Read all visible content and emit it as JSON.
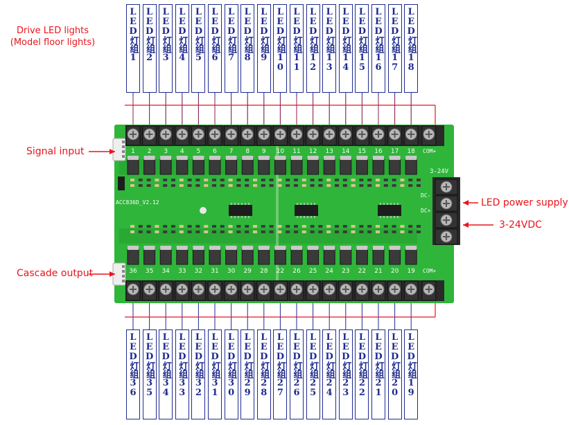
{
  "callouts": {
    "drive_line1": "Drive LED lights",
    "drive_line2": "(Model floor lights)",
    "signal_input": "Signal input",
    "cascade_output": "Cascade output",
    "led_power_supply": "LED power supply",
    "voltage": "3-24VDC"
  },
  "top_groups": [
    "LED灯组1",
    "LED灯组2",
    "LED灯组3",
    "LED灯组4",
    "LED灯组5",
    "LED灯组6",
    "LED灯组7",
    "LED灯组8",
    "LED灯组9",
    "LED灯组10",
    "LED灯组11",
    "LED灯组12",
    "LED灯组13",
    "LED灯组14",
    "LED灯组15",
    "LED灯组16",
    "LED灯组17",
    "LED灯组18"
  ],
  "bottom_groups": [
    "LED灯组36",
    "LED灯组35",
    "LED灯组34",
    "LED灯组33",
    "LED灯组32",
    "LED灯组31",
    "LED灯组30",
    "LED灯组29",
    "LED灯组28",
    "LED灯组27",
    "LED灯组26",
    "LED灯组25",
    "LED灯组24",
    "LED灯组23",
    "LED灯组22",
    "LED灯组21",
    "LED灯组20",
    "LED灯组19"
  ],
  "board": {
    "top_pin_numbers": [
      "1",
      "2",
      "3",
      "4",
      "5",
      "6",
      "7",
      "8",
      "9",
      "10",
      "11",
      "12",
      "13",
      "14",
      "15",
      "16",
      "17",
      "18"
    ],
    "bottom_pin_numbers": [
      "36",
      "35",
      "34",
      "33",
      "32",
      "31",
      "30",
      "29",
      "28",
      "22",
      "26",
      "25",
      "24",
      "23",
      "22",
      "21",
      "20",
      "19"
    ],
    "com_label": "COM+",
    "model_label": "ACC836D_V2.12",
    "power_voltage_label": "3-24V",
    "power_dc_minus": "DC-",
    "power_dc_plus": "DC+"
  },
  "colors": {
    "pcb": "#2fb53a",
    "pcb_dark": "#1f8e2a",
    "terminal": "#2a2a2a",
    "screw": "#b8b8b8",
    "label_border": "#1e2a8f",
    "callout_text": "#e8141c",
    "wire": "#e8141c"
  }
}
